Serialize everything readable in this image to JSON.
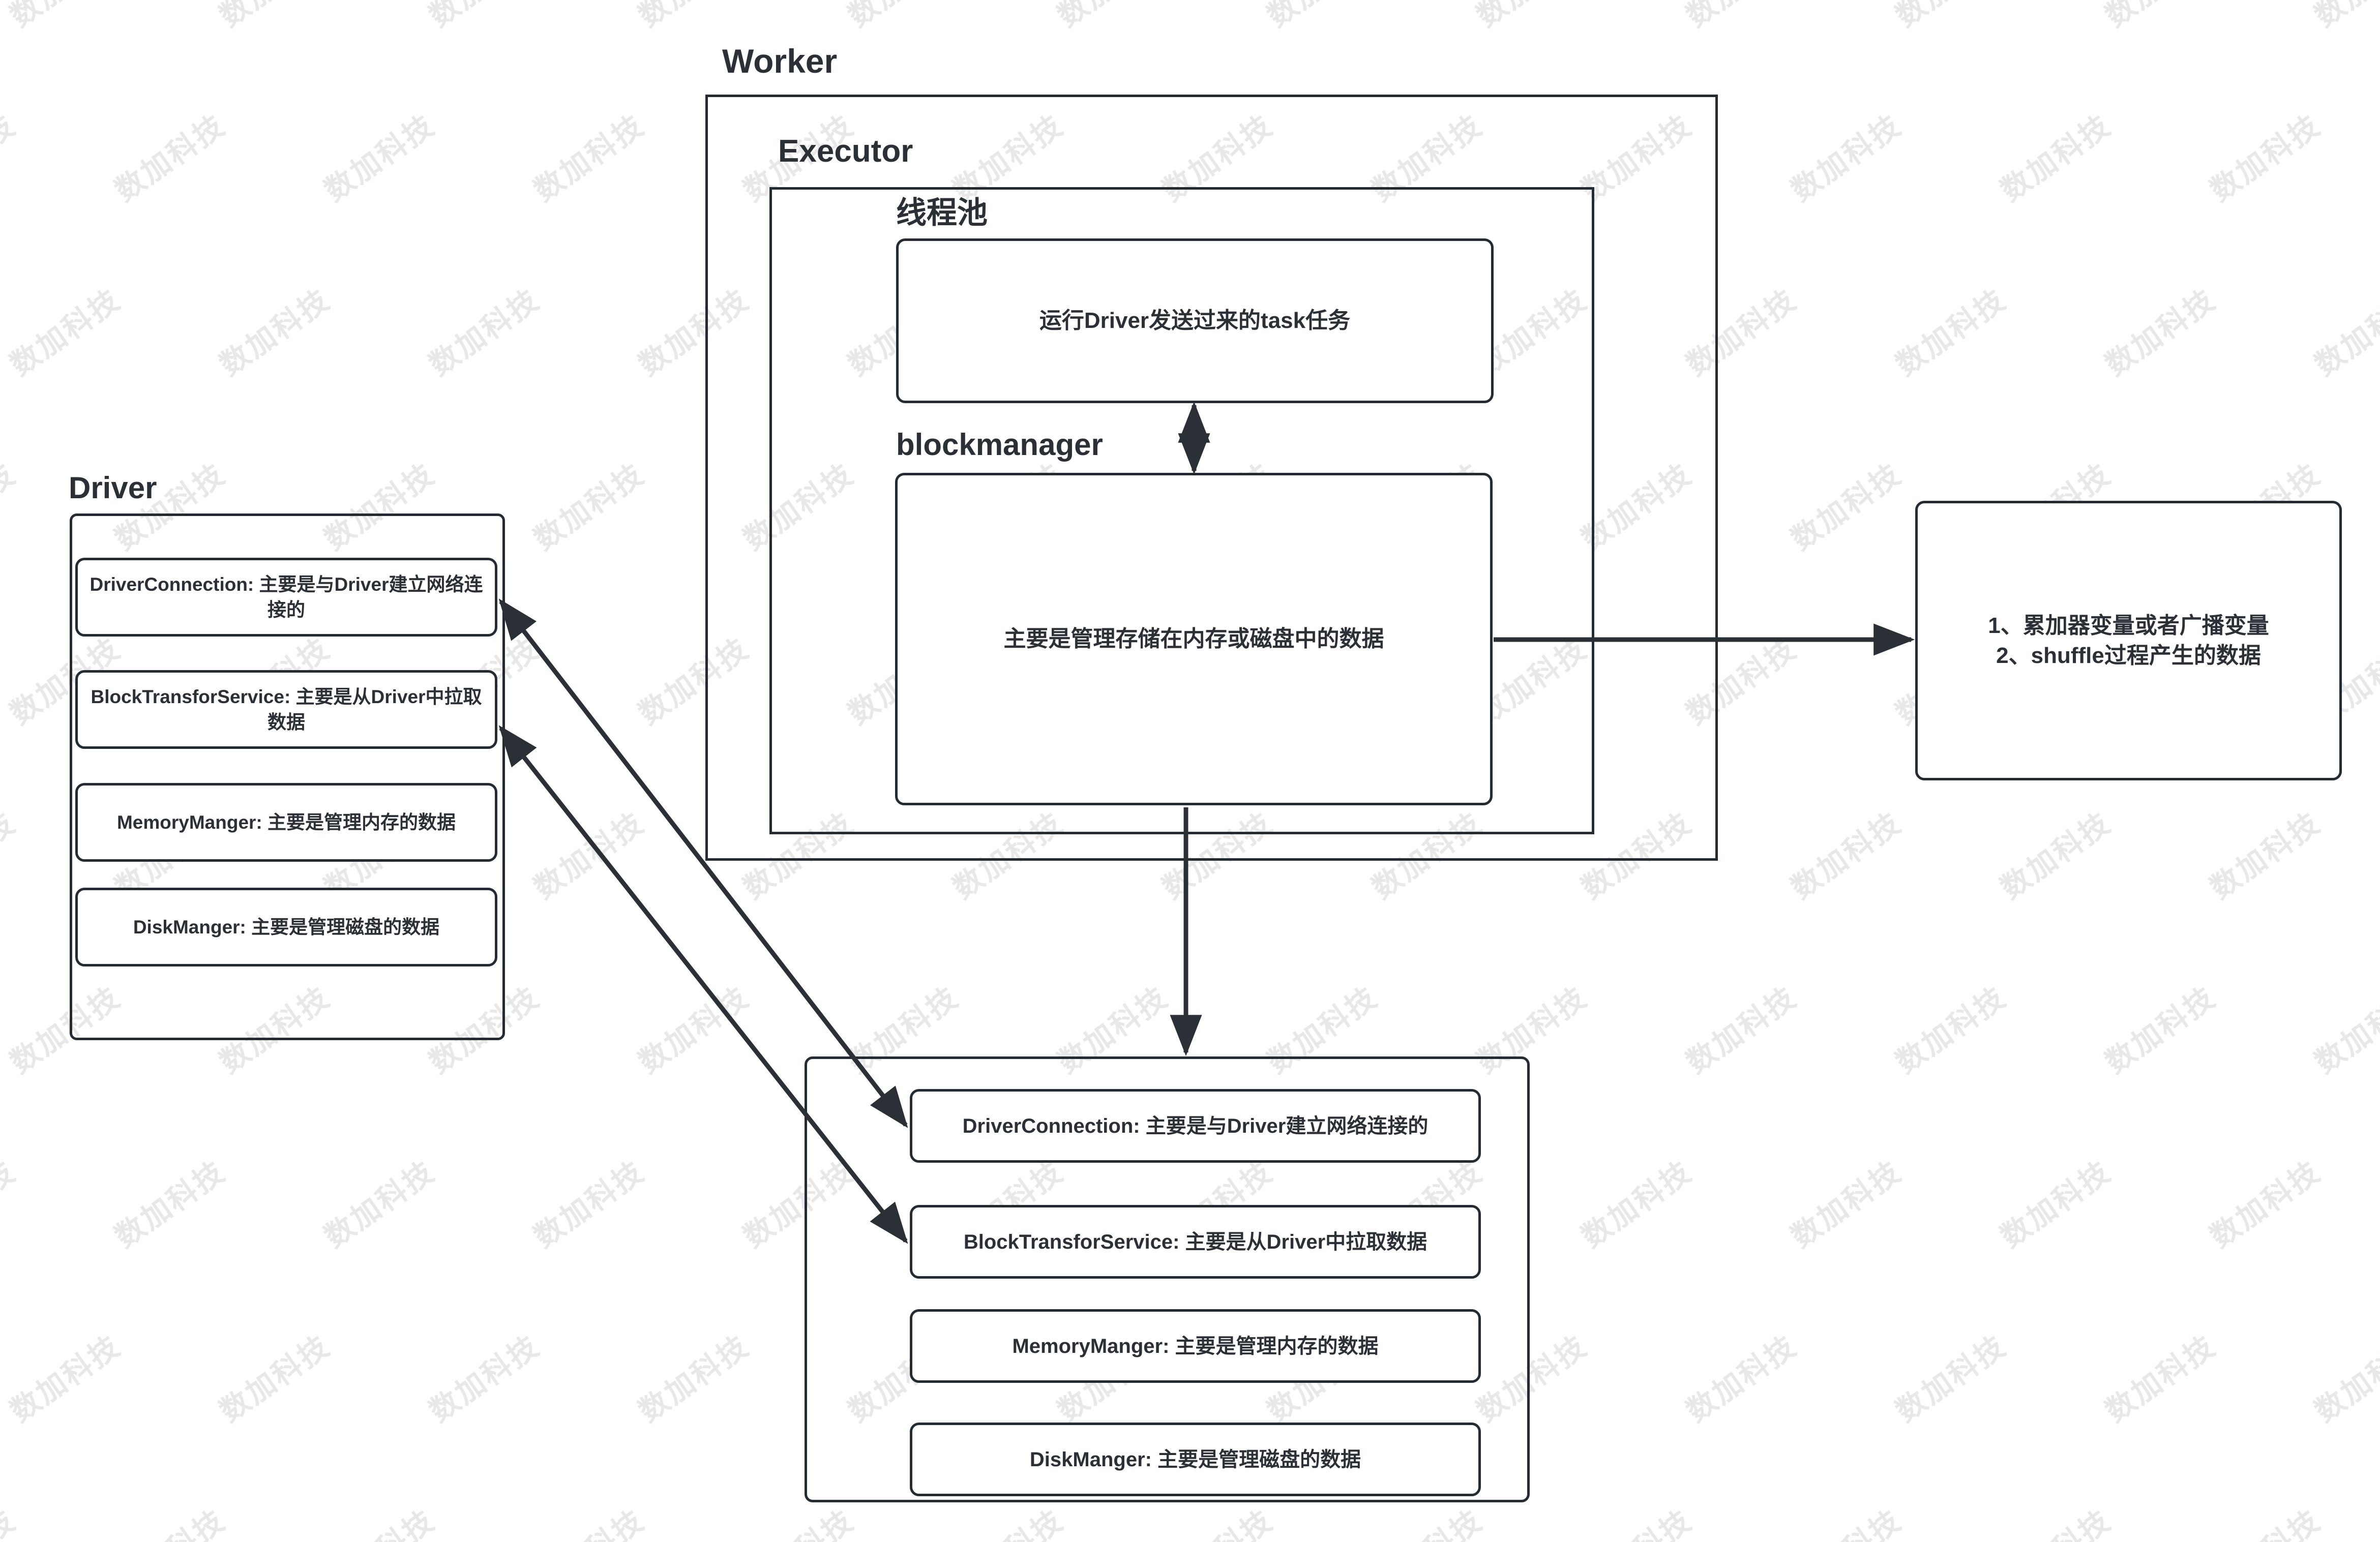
{
  "watermark": {
    "text": "数加科技"
  },
  "diagram": {
    "title_driver": "Driver",
    "title_worker": "Worker",
    "title_executor": "Executor",
    "title_threadpool": "线程池",
    "title_blockmanager": "blockmanager"
  },
  "driver": {
    "label": "Driver",
    "items": [
      {
        "text": "DriverConnection: 主要是与Driver建立网络连接的"
      },
      {
        "text": "BlockTransforService: 主要是从Driver中拉取数据"
      },
      {
        "text": "MemoryManger: 主要是管理内存的数据"
      },
      {
        "text": "DiskManger: 主要是管理磁盘的数据"
      }
    ]
  },
  "worker": {
    "label": "Worker",
    "executor": {
      "label": "Executor",
      "threadpool": {
        "label": "线程池",
        "task_box": "运行Driver发送过来的task任务"
      },
      "blockmanager": {
        "label": "blockmanager",
        "box": "主要是管理存储在内存或磁盘中的数据"
      }
    }
  },
  "data_box": {
    "line1": "1、累加器变量或者广播变量",
    "line2": "2、shuffle过程产生的数据"
  },
  "blockmanager_detail": {
    "items": [
      {
        "text": "DriverConnection: 主要是与Driver建立网络连接的"
      },
      {
        "text": "BlockTransforService: 主要是从Driver中拉取数据"
      },
      {
        "text": "MemoryManger: 主要是管理内存的数据"
      },
      {
        "text": "DiskManger: 主要是管理磁盘的数据"
      }
    ]
  },
  "colors": {
    "stroke": "#232b33",
    "text": "#2b2f36",
    "background": "#ffffff",
    "watermark": "#e8e8e8"
  }
}
